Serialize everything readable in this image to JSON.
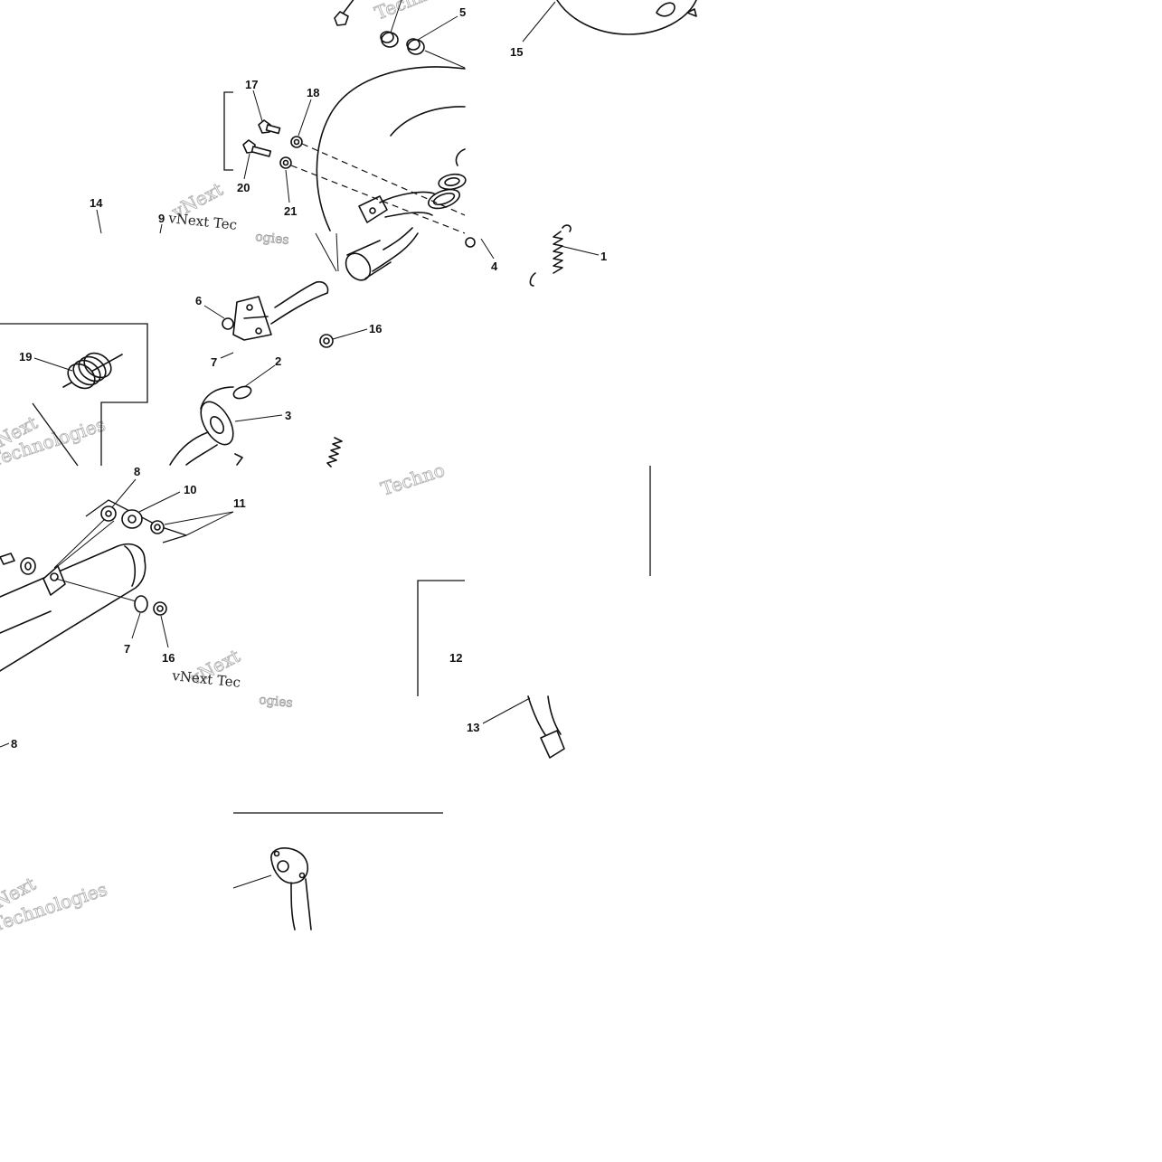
{
  "callouts": {
    "n1": "1",
    "n2": "2",
    "n3": "3",
    "n4": "4",
    "n5": "5",
    "n6": "6",
    "n7a": "7",
    "n7b": "7",
    "n8a": "8",
    "n8b": "8",
    "n9": "9",
    "n10": "10",
    "n11": "11",
    "n12": "12",
    "n13": "13",
    "n14": "14",
    "n15": "15",
    "n16a": "16",
    "n16b": "16",
    "n17": "17",
    "n18": "18",
    "n19": "19",
    "n20": "20",
    "n21": "21"
  },
  "watermark": {
    "brand": "vNext Technologies",
    "word_a": "vNext",
    "word_b": "Technologies",
    "word_c": "Techno",
    "caption_a": "vNext Tec",
    "caption_b": "ogies"
  },
  "colors": {
    "ink": "#111111",
    "background": "#ffffff",
    "watermark": "#b5b5b5"
  }
}
